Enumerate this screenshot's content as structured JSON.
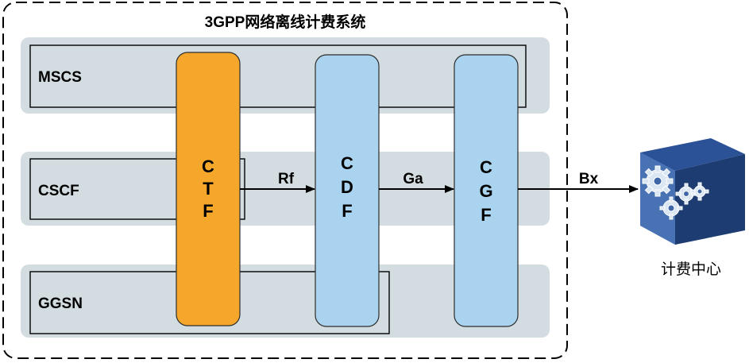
{
  "diagram": {
    "title": "3GPP网络离线计费系统",
    "rows": [
      "MSCS",
      "CSCF",
      "GGSN"
    ],
    "columns": [
      "CTF",
      "CDF",
      "CGF"
    ],
    "interfaces": [
      "Rf",
      "Ga",
      "Bx"
    ],
    "external": {
      "label": "计费中心",
      "icon": "gears-server-icon"
    },
    "colors": {
      "ctf": "#f4a72a",
      "cdf_cgf": "#a9d3ee",
      "band": "#d3dde1",
      "server_front": "#3f67a8",
      "server_top": "#2b5196",
      "server_side": "#1d3c72"
    }
  }
}
